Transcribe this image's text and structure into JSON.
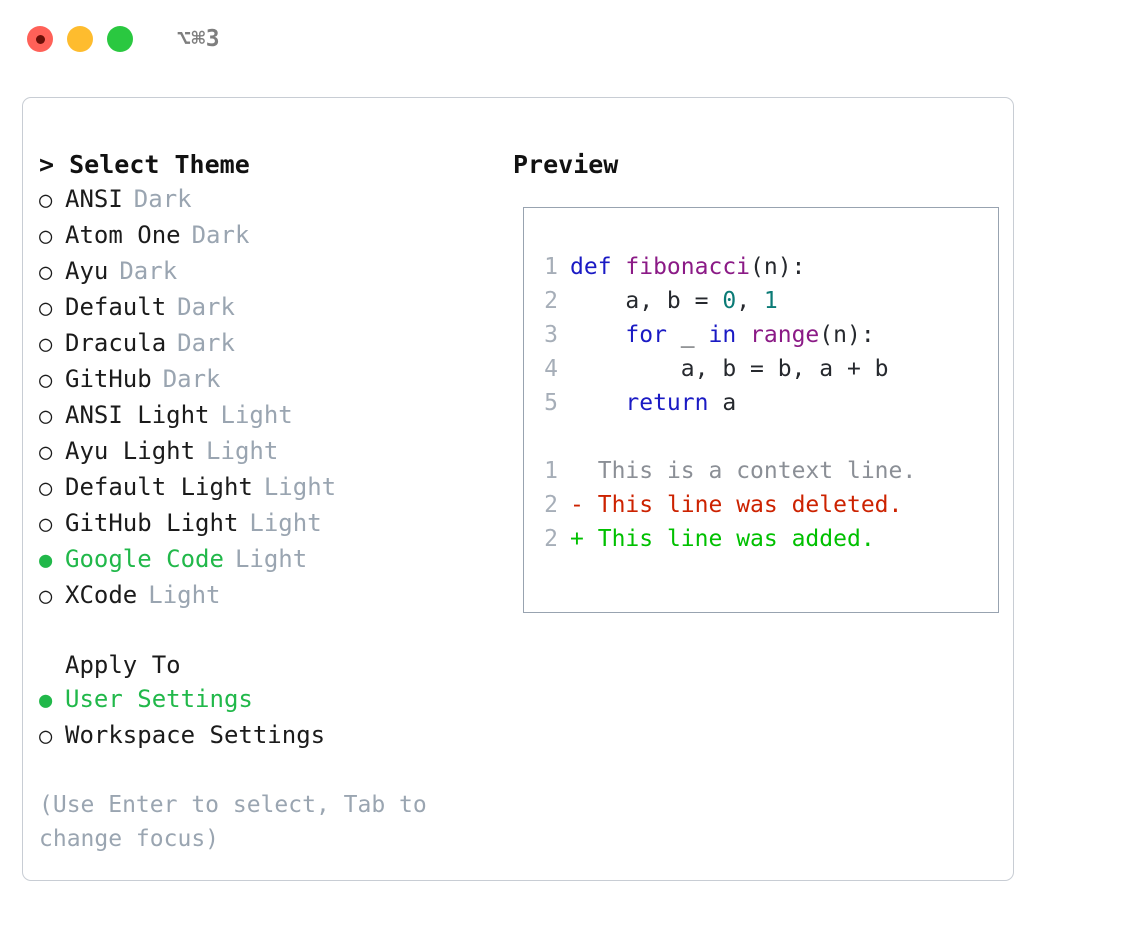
{
  "titlebar": {
    "shortcut": "⌥⌘3",
    "buttons": [
      {
        "name": "close",
        "color": "#ff6158"
      },
      {
        "name": "minimize",
        "color": "#febc2e"
      },
      {
        "name": "zoom",
        "color": "#2ac840"
      }
    ]
  },
  "theme_picker": {
    "caret": ">",
    "title": "Select Theme",
    "selected_index": 10,
    "bullet_on": "●",
    "bullet_off": "○",
    "items": [
      {
        "name": "ANSI",
        "variant": "Dark",
        "selected": false
      },
      {
        "name": "Atom One",
        "variant": "Dark",
        "selected": false
      },
      {
        "name": "Ayu",
        "variant": "Dark",
        "selected": false
      },
      {
        "name": "Default",
        "variant": "Dark",
        "selected": false
      },
      {
        "name": "Dracula",
        "variant": "Dark",
        "selected": false
      },
      {
        "name": "GitHub",
        "variant": "Dark",
        "selected": false
      },
      {
        "name": "ANSI Light",
        "variant": "Light",
        "selected": false
      },
      {
        "name": "Ayu Light",
        "variant": "Light",
        "selected": false
      },
      {
        "name": "Default Light",
        "variant": "Light",
        "selected": false
      },
      {
        "name": "GitHub Light",
        "variant": "Light",
        "selected": false
      },
      {
        "name": "Google Code",
        "variant": "Light",
        "selected": true
      },
      {
        "name": "XCode",
        "variant": "Light",
        "selected": false
      }
    ]
  },
  "apply_to": {
    "title": "Apply To",
    "items": [
      {
        "name": "User Settings",
        "selected": true
      },
      {
        "name": "Workspace Settings",
        "selected": false
      }
    ]
  },
  "hint": "(Use Enter to select, Tab to change focus)",
  "preview": {
    "title": "Preview",
    "code_lines": [
      {
        "number": "1",
        "tokens": [
          {
            "text": "def ",
            "type": "kw"
          },
          {
            "text": "fibonacci",
            "type": "fn"
          },
          {
            "text": "(n):",
            "type": "plain"
          }
        ]
      },
      {
        "number": "2",
        "tokens": [
          {
            "text": "    a, b = ",
            "type": "plain"
          },
          {
            "text": "0",
            "type": "num"
          },
          {
            "text": ", ",
            "type": "plain"
          },
          {
            "text": "1",
            "type": "num"
          }
        ]
      },
      {
        "number": "3",
        "tokens": [
          {
            "text": "    ",
            "type": "plain"
          },
          {
            "text": "for",
            "type": "kw"
          },
          {
            "text": " _ ",
            "type": "plain"
          },
          {
            "text": "in",
            "type": "kw"
          },
          {
            "text": " ",
            "type": "plain"
          },
          {
            "text": "range",
            "type": "fn"
          },
          {
            "text": "(n):",
            "type": "plain"
          }
        ]
      },
      {
        "number": "4",
        "tokens": [
          {
            "text": "        a, b = b, a + b",
            "type": "plain"
          }
        ]
      },
      {
        "number": "5",
        "tokens": [
          {
            "text": "    ",
            "type": "plain"
          },
          {
            "text": "return",
            "type": "kw"
          },
          {
            "text": " a",
            "type": "plain"
          }
        ]
      }
    ],
    "diff_lines": [
      {
        "number": "1",
        "marker": " ",
        "text": "This is a context line.",
        "type": "ctx"
      },
      {
        "number": "2",
        "marker": "-",
        "text": "This line was deleted.",
        "type": "del"
      },
      {
        "number": "2",
        "marker": "+",
        "text": "This line was added.",
        "type": "add"
      }
    ]
  },
  "colors": {
    "accent_green": "#21b84a",
    "diff_add": "#00c000",
    "diff_del": "#cc2200",
    "muted": "#9aa5b1",
    "keyword": "#1a1ac4",
    "function": "#8b1a86",
    "number": "#0b7b76"
  }
}
